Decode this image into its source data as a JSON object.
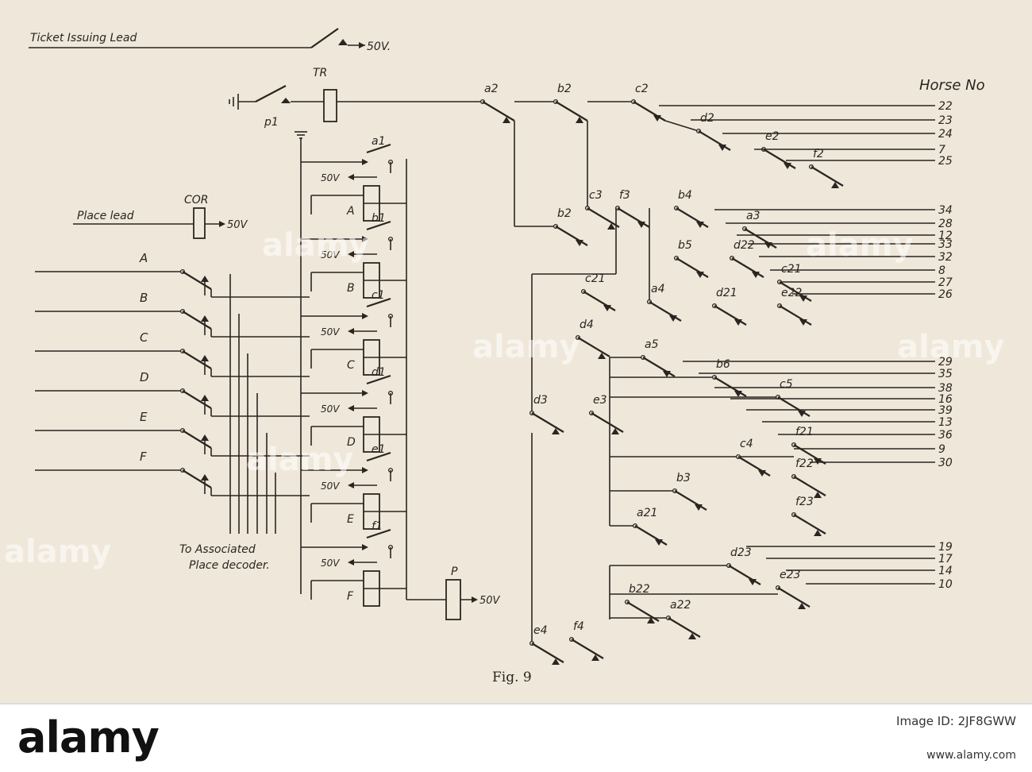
{
  "top_label": "Ticket Issuing Lead",
  "supply": "50V",
  "supply_top": "50V.",
  "tr_label": "TR",
  "p1_label": "p1",
  "cor_label": "COR",
  "place_lead": "Place lead",
  "horse_header": "Horse No",
  "p_label": "P",
  "associated": [
    "To Associated",
    "Place decoder."
  ],
  "figure_caption": "Fig. 9",
  "inputs": [
    "A",
    "B",
    "C",
    "D",
    "E",
    "F"
  ],
  "relays": [
    "A",
    "B",
    "C",
    "D",
    "E",
    "F"
  ],
  "relay_contacts": [
    "a1",
    "b1",
    "c1",
    "d1",
    "e1",
    "f1"
  ],
  "contacts": [
    "a2",
    "b2",
    "c2",
    "d2",
    "e2",
    "f2",
    "b2",
    "c3",
    "f3",
    "b4",
    "a3",
    "b5",
    "d22",
    "c21",
    "a4",
    "d21",
    "e22",
    "c21",
    "d4",
    "a5",
    "b6",
    "c5",
    "d3",
    "e3",
    "f21",
    "c4",
    "f22",
    "b3",
    "f23",
    "a21",
    "d23",
    "e23",
    "b22",
    "a22",
    "e4",
    "f4"
  ],
  "horse_numbers": [
    "22",
    "23",
    "24",
    "7",
    "25",
    "34",
    "28",
    "12",
    "33",
    "32",
    "8",
    "27",
    "26",
    "29",
    "35",
    "38",
    "16",
    "39",
    "13",
    "36",
    "9",
    "30",
    "19",
    "17",
    "14",
    "10"
  ],
  "watermarks": [
    "alamy",
    "alamy",
    "alamy",
    "alamy",
    "alamy",
    "alamy"
  ],
  "banner": {
    "logo": "alamy",
    "code": "Image ID: 2JF8GWW",
    "site": "www.alamy.com"
  }
}
